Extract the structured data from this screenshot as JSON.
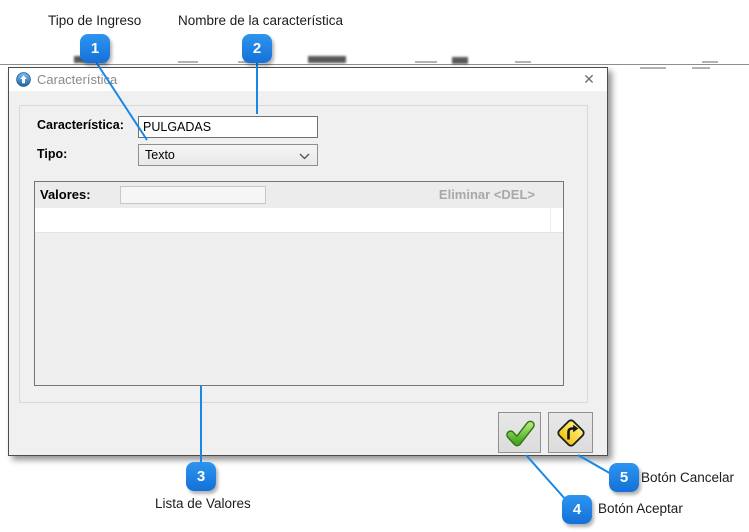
{
  "colors": {
    "accent_blue": "#1787e8",
    "dialog_bg": "#f0f0f0",
    "title_color": "#8a8a8a",
    "disabled_text": "#a8a8a8",
    "button_check_green": "#4caf2a",
    "sign_yellow": "#f5c91a"
  },
  "callouts": [
    {
      "number": "1",
      "label": "Tipo de Ingreso"
    },
    {
      "number": "2",
      "label": "Nombre de la característica"
    },
    {
      "number": "3",
      "label": "Lista de Valores"
    },
    {
      "number": "4",
      "label": "Botón Aceptar"
    },
    {
      "number": "5",
      "label": "Botón Cancelar"
    }
  ],
  "dialog": {
    "title": "Característica",
    "close_glyph": "✕",
    "fields": {
      "caracteristica_label": "Característica:",
      "caracteristica_value": "PULGADAS",
      "tipo_label": "Tipo:",
      "tipo_value": "Texto"
    },
    "values_panel": {
      "label": "Valores:",
      "input_value": "",
      "delete_hint": "Eliminar <DEL>"
    }
  }
}
